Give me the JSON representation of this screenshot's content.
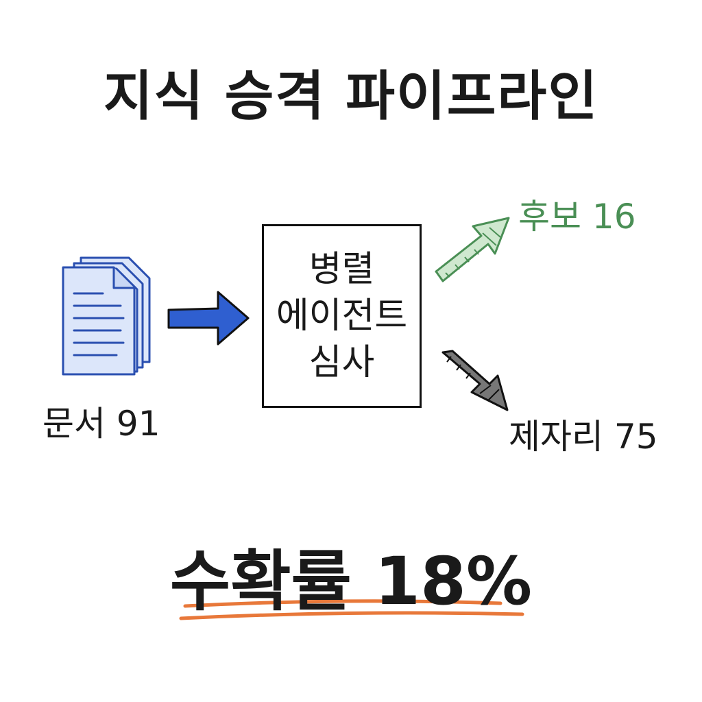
{
  "title": "지식 승격 파이프라인",
  "input": {
    "label": "문서 91",
    "icon": "document-stack-icon"
  },
  "process": {
    "lines": [
      "병렬",
      "에이전트",
      "심사"
    ]
  },
  "outputs": {
    "candidates": {
      "label": "후보 16",
      "color": "#4a8f55"
    },
    "stay": {
      "label": "제자리 75",
      "color": "#1a1a1a"
    }
  },
  "yield": {
    "label": "수확률 18%",
    "underline_color": "#e8783a"
  },
  "colors": {
    "arrow_blue": "#2f5fd0",
    "doc_blue": "#3a64c8",
    "doc_fill": "#dce6fa"
  }
}
